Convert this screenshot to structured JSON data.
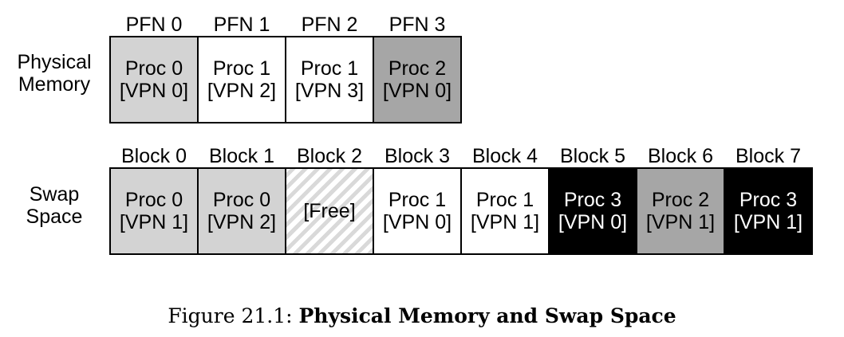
{
  "physical_memory": {
    "label_line1": "Physical",
    "label_line2": "Memory",
    "frames": [
      {
        "header": "PFN 0",
        "line1": "Proc 0",
        "line2": "[VPN 0]",
        "fill": "light-gray"
      },
      {
        "header": "PFN 1",
        "line1": "Proc 1",
        "line2": "[VPN 2]",
        "fill": "white"
      },
      {
        "header": "PFN 2",
        "line1": "Proc 1",
        "line2": "[VPN 3]",
        "fill": "white"
      },
      {
        "header": "PFN 3",
        "line1": "Proc 2",
        "line2": "[VPN 0]",
        "fill": "gray"
      }
    ]
  },
  "swap_space": {
    "label_line1": "Swap",
    "label_line2": "Space",
    "blocks": [
      {
        "header": "Block 0",
        "line1": "Proc 0",
        "line2": "[VPN 1]",
        "fill": "light-gray"
      },
      {
        "header": "Block 1",
        "line1": "Proc 0",
        "line2": "[VPN 2]",
        "fill": "light-gray"
      },
      {
        "header": "Block 2",
        "line1": "[Free]",
        "line2": "",
        "fill": "hatched"
      },
      {
        "header": "Block 3",
        "line1": "Proc 1",
        "line2": "[VPN 0]",
        "fill": "white"
      },
      {
        "header": "Block 4",
        "line1": "Proc 1",
        "line2": "[VPN 1]",
        "fill": "white"
      },
      {
        "header": "Block 5",
        "line1": "Proc 3",
        "line2": "[VPN 0]",
        "fill": "black"
      },
      {
        "header": "Block 6",
        "line1": "Proc 2",
        "line2": "[VPN 1]",
        "fill": "gray"
      },
      {
        "header": "Block 7",
        "line1": "Proc 3",
        "line2": "[VPN 1]",
        "fill": "black"
      }
    ]
  },
  "colors": {
    "light-gray": "#d3d3d3",
    "white": "#ffffff",
    "gray": "#a6a6a6",
    "black": "#000000",
    "hatched": "#d9d9d9"
  },
  "caption": {
    "prefix": "Figure 21.1: ",
    "title": "Physical Memory and Swap Space"
  }
}
